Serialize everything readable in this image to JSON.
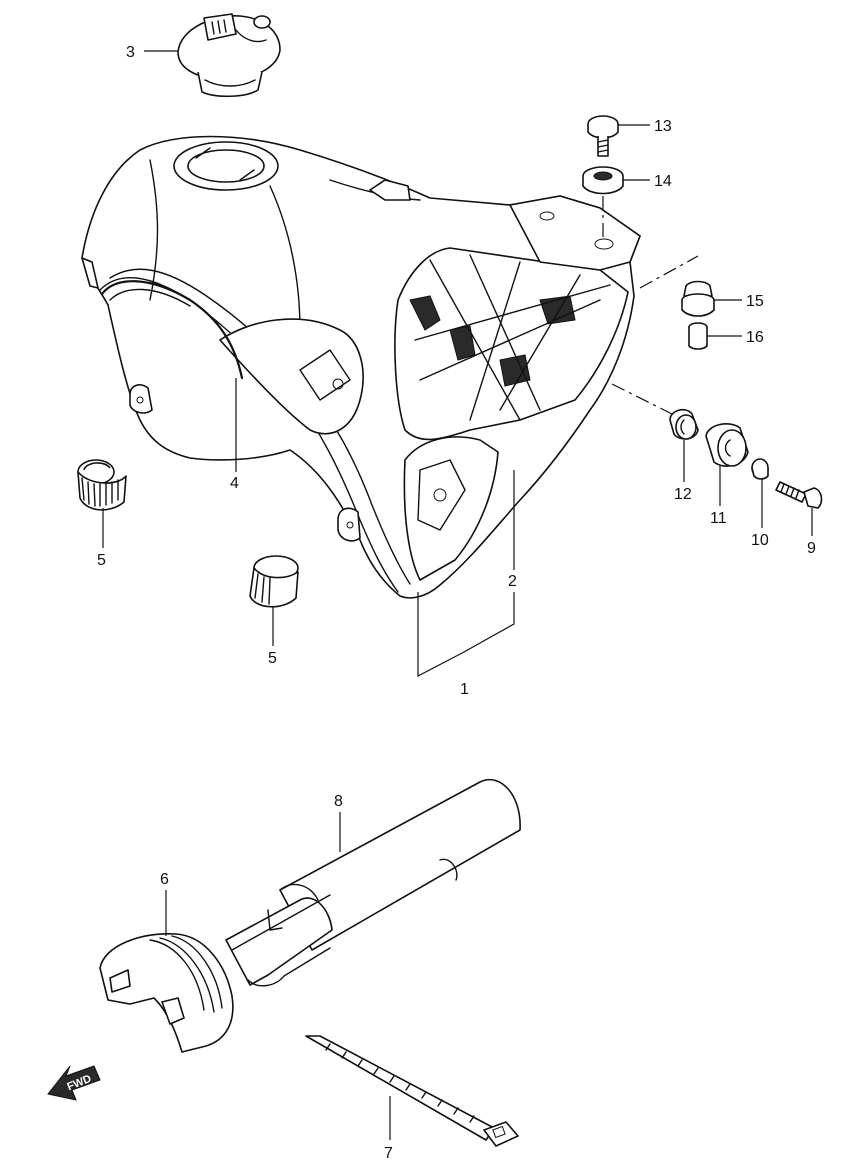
{
  "callouts": {
    "p1": "1",
    "p2": "2",
    "p3": "3",
    "p4": "4",
    "p5a": "5",
    "p5b": "5",
    "p6": "6",
    "p7": "7",
    "p8": "8",
    "p9": "9",
    "p10": "10",
    "p11": "11",
    "p12": "12",
    "p13": "13",
    "p14": "14",
    "p15": "15",
    "p16": "16"
  },
  "fwd_label": "FWD"
}
